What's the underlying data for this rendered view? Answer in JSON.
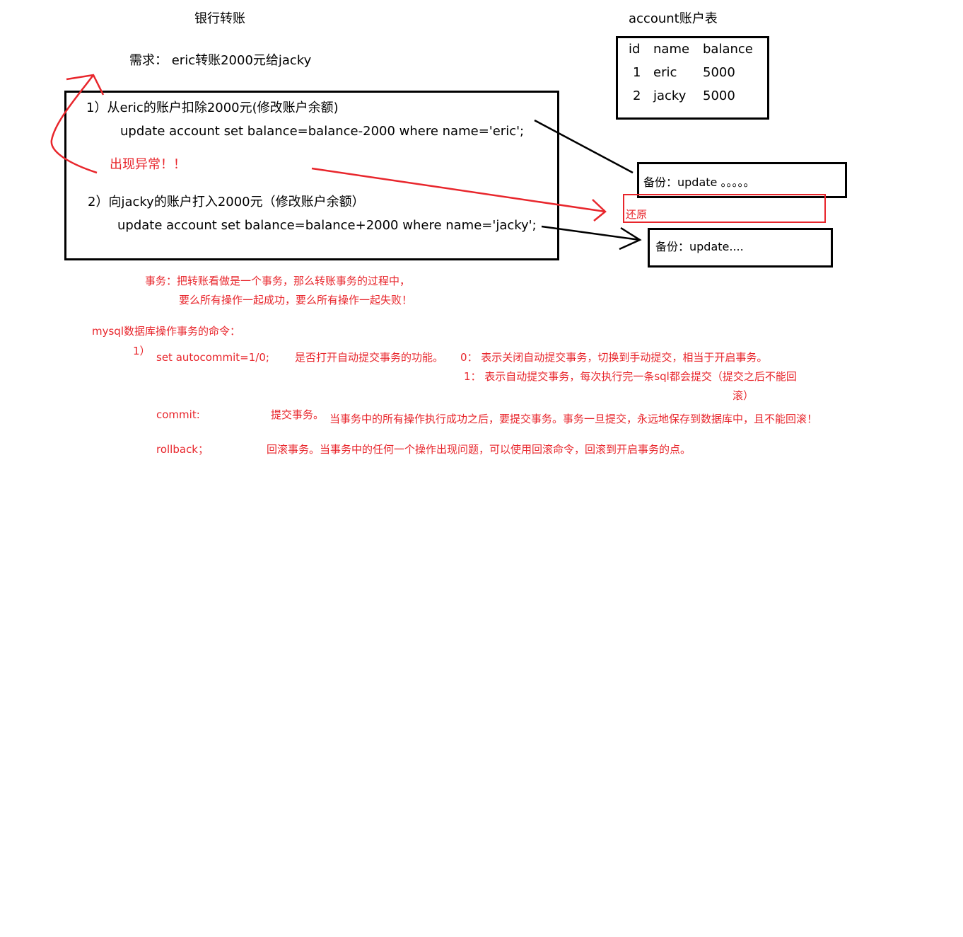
{
  "title": "银行转账",
  "requirement": "需求： eric转账2000元给jacky",
  "steps": {
    "step1_label": "1）从eric的账户扣除2000元(修改账户余额)",
    "step1_sql": "update account set balance=balance-2000 where name='eric';",
    "exception": "出现异常！！",
    "step2_label": "2）向jacky的账户打入2000元（修改账户余额）",
    "step2_sql": "update account set balance=balance+2000 where name='jacky';"
  },
  "account_table": {
    "title": "account账户表",
    "headers": [
      "id",
      "name",
      "balance"
    ],
    "rows": [
      [
        "1",
        "eric",
        "5000"
      ],
      [
        "2",
        "jacky",
        "5000"
      ]
    ]
  },
  "backup1": "备份：update 。。。。。",
  "restore": "还原",
  "backup2": "备份：update....",
  "transaction": {
    "line1": "事务：把转账看做是一个事务，那么转账事务的过程中，",
    "line2": "要么所有操作一起成功，要么所有操作一起失败！"
  },
  "commands": {
    "heading": "mysql数据库操作事务的命令：",
    "index1": "1）",
    "autocommit_cmd": "set autocommit=1/0;",
    "autocommit_desc": "是否打开自动提交事务的功能。",
    "autocommit_0": "0： 表示关闭自动提交事务，切换到手动提交，相当于开启事务。",
    "autocommit_1a": "1： 表示自动提交事务，每次执行完一条sql都会提交（提交之后不能回",
    "autocommit_1b": "滚）",
    "commit_cmd": "commit:",
    "commit_short": "提交事务。",
    "commit_desc": "当事务中的所有操作执行成功之后，要提交事务。事务一旦提交，永远地保存到数据库中，且不能回滚！",
    "rollback_cmd": "rollback；",
    "rollback_desc": "回滚事务。当事务中的任何一个操作出现问题，可以使用回滚命令，回滚到开启事务的点。"
  },
  "colors": {
    "annotation_red": "#e8262c",
    "ink_black": "#000000"
  }
}
